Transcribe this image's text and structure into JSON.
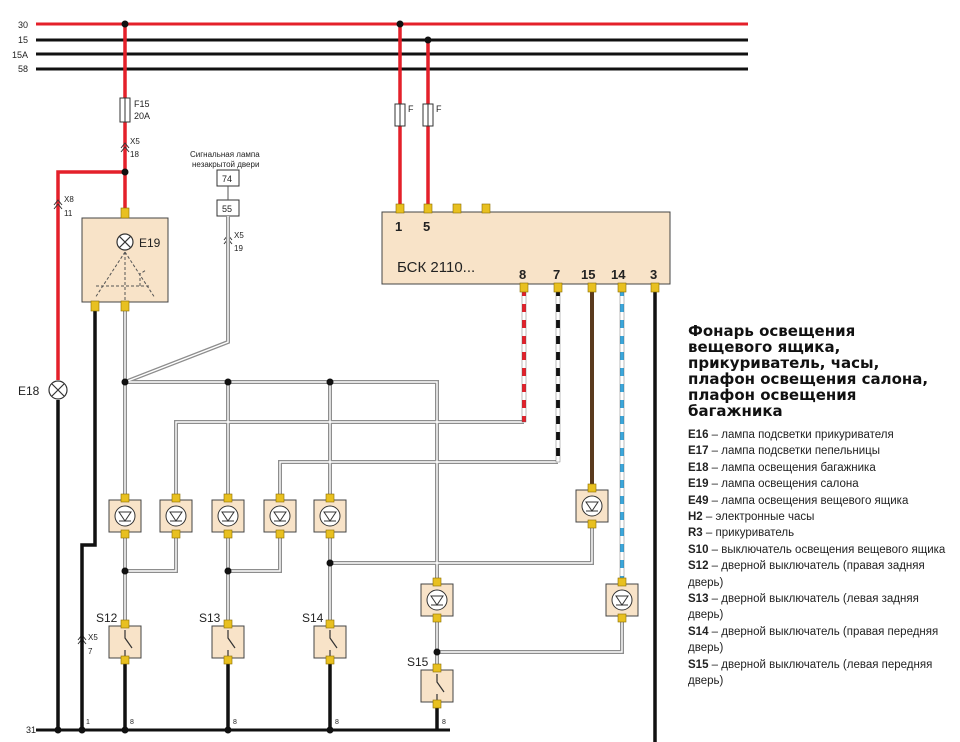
{
  "bus": {
    "b30": "30",
    "b15": "15",
    "b15a": "15A",
    "b58": "58",
    "b31": "31"
  },
  "fuse_f15": {
    "name": "F15",
    "rating": "20A"
  },
  "fuse_f": "F",
  "connectors": {
    "x5_18": {
      "name": "X5",
      "pin": "18"
    },
    "x8_11": {
      "name": "X8",
      "pin": "11"
    },
    "x5_19": {
      "name": "X5",
      "pin": "19"
    },
    "x5_7": {
      "name": "X5",
      "pin": "7"
    }
  },
  "signal_lamp": {
    "caption_line1": "Сигнальная лампа",
    "caption_line2": "незакрытой двери",
    "box1": "74",
    "box2": "55"
  },
  "e19_label": "E19",
  "e18_label": "E18",
  "bsk": {
    "label": "БСК 2110...",
    "pin1": "1",
    "pin5": "5",
    "pin8": "8",
    "pin7": "7",
    "pin15": "15",
    "pin14": "14",
    "pin3": "3"
  },
  "switches": {
    "s12": "S12",
    "s13": "S13",
    "s14": "S14",
    "s15": "S15"
  },
  "ground_pins": {
    "p1": "1",
    "p8a": "8",
    "p8b": "8",
    "p8c": "8",
    "p8d": "8"
  },
  "title_lines": [
    "Фонарь освещения",
    "вещевого ящика,",
    "прикуриватель, часы,",
    "плафон освещения салона,",
    "плафон освещения",
    "багажника"
  ],
  "legend": [
    {
      "code": "E16",
      "text": " – лампа подсветки прикуривателя"
    },
    {
      "code": "E17",
      "text": " – лампа подсветки пепельницы"
    },
    {
      "code": "E18",
      "text": " – лампа освещения багажника"
    },
    {
      "code": "E19",
      "text": " – лампа освещения салона"
    },
    {
      "code": "E49",
      "text": " – лампа освещения вещевого ящика"
    },
    {
      "code": "H2",
      "text": " – электронные часы"
    },
    {
      "code": "R3",
      "text": " – прикуриватель"
    },
    {
      "code": "S10",
      "text": " – выключатель освещения вещевого ящика"
    },
    {
      "code": "S12",
      "text": " – дверной выключатель (правая задняя дверь)"
    },
    {
      "code": "S13",
      "text": " – дверной выключатель (левая задняя дверь)"
    },
    {
      "code": "S14",
      "text": " – дверной выключатель (правая передняя дверь)"
    },
    {
      "code": "S15",
      "text": " – дверной выключатель (левая передняя дверь)"
    }
  ],
  "colors": {
    "red": "#e4202a",
    "black": "#111111",
    "gray": "#9a9a9a",
    "blue": "#3aa7dc",
    "brown": "#5a3a1e",
    "box_fill": "#f8e3c8",
    "connector": "#e8c020"
  }
}
